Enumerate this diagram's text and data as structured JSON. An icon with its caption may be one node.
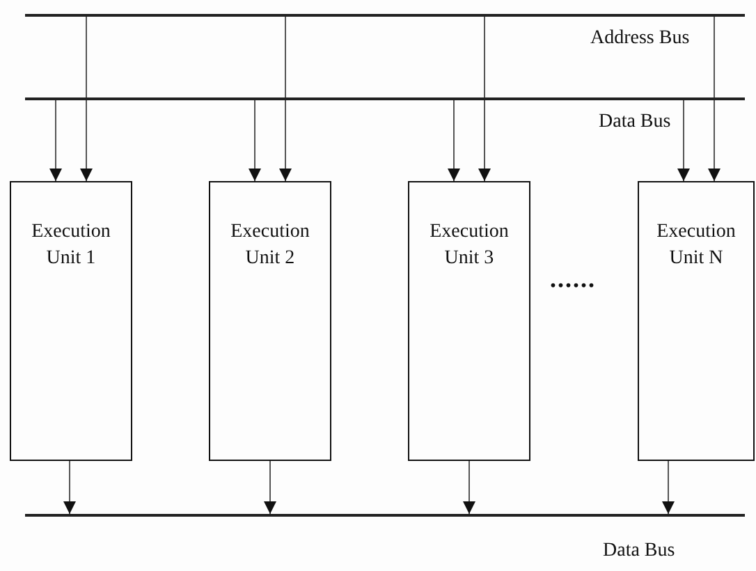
{
  "diagram": {
    "nodes": [
      {
        "text": [],
        "shape": "bar",
        "beside": [
          "Address Bus"
        ]
      },
      {
        "text": [],
        "shape": "bar",
        "beside": [
          "Data Bus"
        ]
      },
      {
        "text": [
          "Execution Unit 1"
        ]
      },
      {
        "text": [
          "Execution Unit 2"
        ]
      },
      {
        "text": [
          "Execution Unit 3"
        ]
      },
      {
        "text": [
          "Execution Unit N"
        ]
      },
      {
        "text": [],
        "shape": "bar",
        "beside": [
          "Data Bus"
        ]
      }
    ],
    "edges": [
      {
        "from": 1,
        "to": 2,
        "arrow": "to"
      },
      {
        "from": 0,
        "to": 2,
        "arrow": "to"
      },
      {
        "from": 1,
        "to": 3,
        "arrow": "to"
      },
      {
        "from": 0,
        "to": 3,
        "arrow": "to"
      },
      {
        "from": 1,
        "to": 4,
        "arrow": "to"
      },
      {
        "from": 0,
        "to": 4,
        "arrow": "to"
      },
      {
        "from": 1,
        "to": 5,
        "arrow": "to"
      },
      {
        "from": 0,
        "to": 5,
        "arrow": "to"
      },
      {
        "from": 2,
        "to": 6,
        "arrow": "to"
      },
      {
        "from": 3,
        "to": 6,
        "arrow": "to"
      },
      {
        "from": 4,
        "to": 6,
        "arrow": "to"
      },
      {
        "from": 5,
        "to": 6,
        "arrow": "to"
      }
    ],
    "labels": [
      "......"
    ]
  }
}
